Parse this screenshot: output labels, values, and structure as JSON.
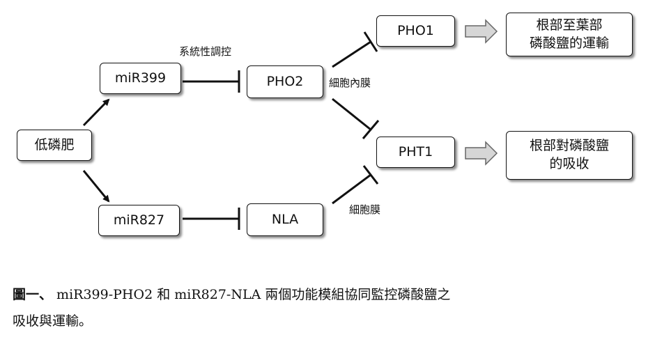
{
  "diagram": {
    "nodes": {
      "low_phosphate": "低磷肥",
      "mir399": "miR399",
      "mir827": "miR827",
      "pho2": "PHO2",
      "nla": "NLA",
      "pho1": "PHO1",
      "pht1": "PHT1",
      "out_pho1": [
        "根部至葉部",
        "磷酸鹽的運輸"
      ],
      "out_pht1": [
        "根部對磷酸鹽",
        "的吸收"
      ]
    },
    "labels": {
      "systemic_regulation": "系統性調控",
      "endomembrane": "細胞內膜",
      "plasma_membrane": "細胞膜"
    }
  },
  "caption": {
    "label": "圖一、",
    "text_line1": " miR399-PHO2 和 miR827-NLA 兩個功能模組協同監控磷酸鹽之",
    "text_line2": "吸收與運輸。"
  }
}
